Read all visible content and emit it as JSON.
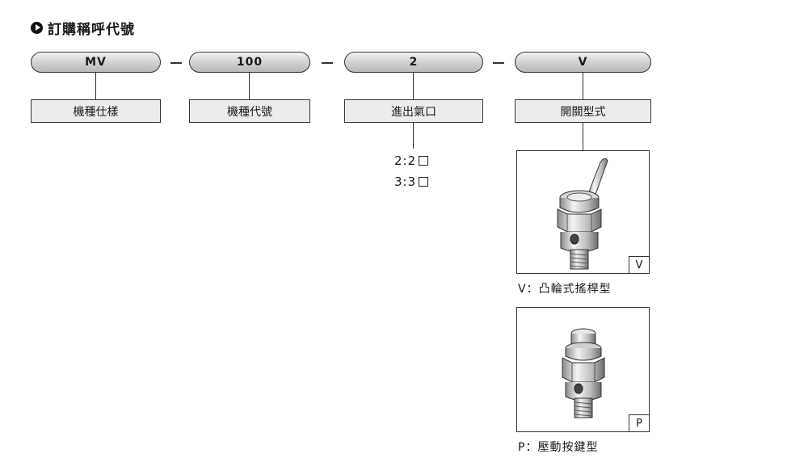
{
  "heading": {
    "icon": "play-circle-icon",
    "title": "訂購稱呼代號"
  },
  "codes": [
    {
      "code": "MV",
      "label": "機種仕樣"
    },
    {
      "code": "100",
      "label": "機種代號"
    },
    {
      "code": "2",
      "label": "進出氣口"
    },
    {
      "code": "V",
      "label": "開關型式"
    }
  ],
  "port_options": [
    "2:2",
    "3:3"
  ],
  "switch_types": [
    {
      "tag": "V",
      "caption": "V：凸輪式搖桿型",
      "image": "lever-valve-illustration"
    },
    {
      "tag": "P",
      "caption": "P：壓動按鍵型",
      "image": "push-button-valve-illustration"
    }
  ]
}
